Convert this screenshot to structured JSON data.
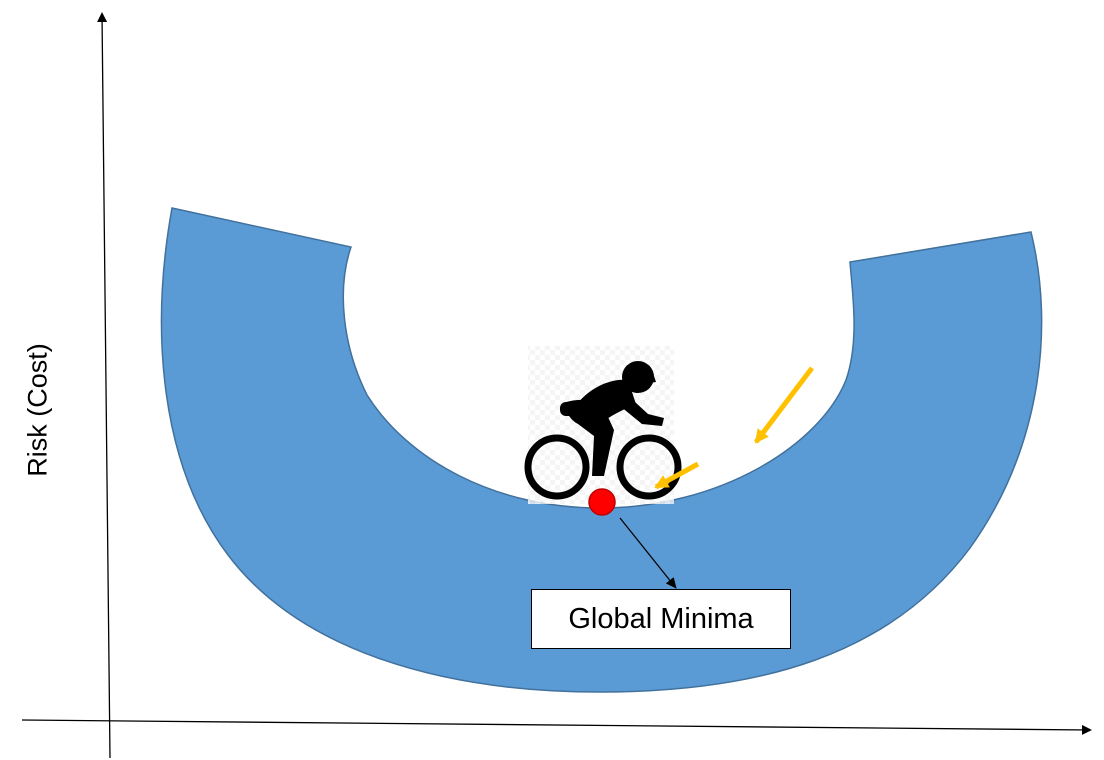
{
  "axes": {
    "y_label": "Risk (Cost)"
  },
  "annotation": {
    "label": "Global Minima"
  },
  "colors": {
    "bowl_fill": "#5b9bd5",
    "bowl_stroke": "#41719c",
    "descent_arrows": "#ffc000",
    "minimum_point": "#ff0000",
    "cyclist": "#000000",
    "axes": "#000000"
  },
  "icons": {
    "cyclist": "cyclist-icon",
    "minimum": "global-minimum-marker"
  }
}
